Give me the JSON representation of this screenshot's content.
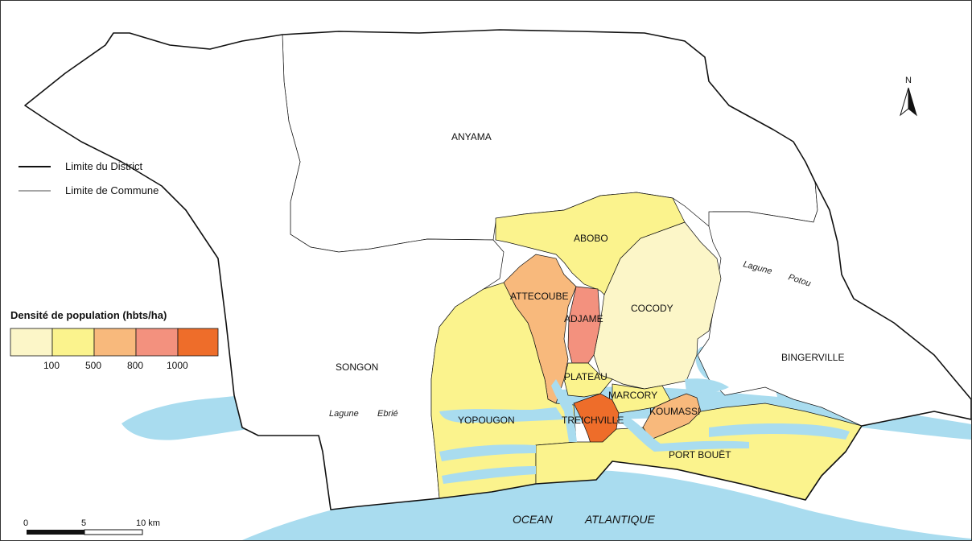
{
  "colors": {
    "water": "#a9dcef",
    "dens_100": "#fcf6c8",
    "dens_500": "#fbf38d",
    "dens_800": "#f8b97c",
    "dens_1000": "#f3917e",
    "dens_max": "#ee6d2a",
    "land": "#ffffff",
    "boundary": "#111111"
  },
  "legend": {
    "district_limit": "Limite du District",
    "commune_limit": "Limite de Commune",
    "density_title": "Densité de population (hbts/ha)",
    "ticks": [
      "100",
      "500",
      "800",
      "1000"
    ]
  },
  "communes": {
    "anyama": "ANYAMA",
    "abobo": "ABOBO",
    "attecoube": "ATTECOUBE",
    "adjame": "ADJAME",
    "cocody": "COCODY",
    "songon": "SONGON",
    "bingerville": "BINGERVILLE",
    "plateau": "PLATEAU",
    "marcory": "MARCORY",
    "koumassi": "KOUMASSI",
    "yopougon": "YOPOUGON",
    "treichville": "TREICHVILLE",
    "port_bouet": "PORT BOUËT"
  },
  "water_labels": {
    "lagune_ebrie_1": "Lagune",
    "lagune_ebrie_2": "Ebrié",
    "lagune_potou_1": "Lagune",
    "lagune_potou_2": "Potou",
    "ocean_1": "OCEAN",
    "ocean_2": "ATLANTIQUE"
  },
  "north_arrow": {
    "label": "N"
  },
  "scale_bar": {
    "labels": [
      "0",
      "5",
      "10 km"
    ]
  }
}
